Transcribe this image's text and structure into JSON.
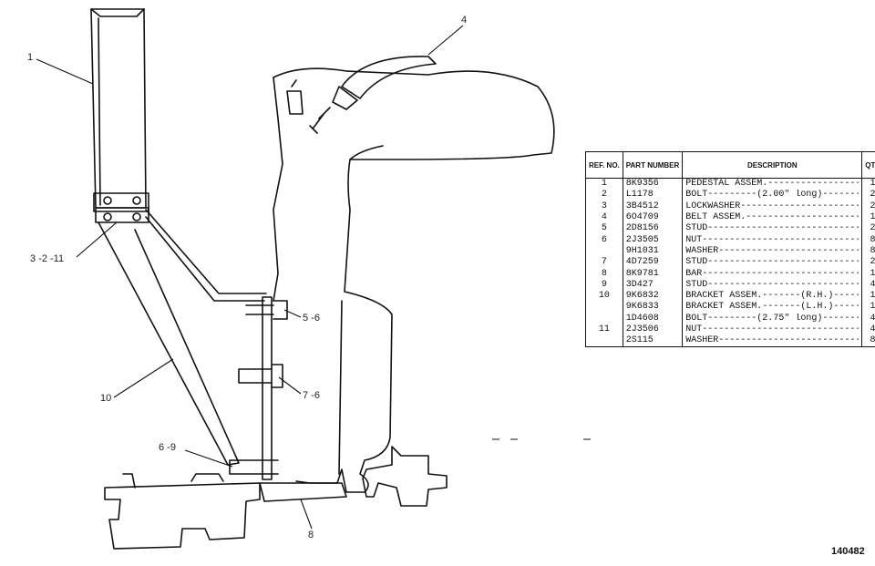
{
  "callouts": {
    "c1": "1",
    "c4": "4",
    "c3_2_11": "3 -2 -11",
    "c5_6": "5 -6",
    "c7_6": "7 -6",
    "c10": "10",
    "c6_9": "6 -9",
    "c8": "8"
  },
  "figure_number": "140482",
  "table": {
    "headers": {
      "ref": "REF. NO.",
      "part": "PART NUMBER",
      "description": "DESCRIPTION",
      "qty": "QTY"
    },
    "rows": [
      {
        "ref": "1",
        "part": "8K9356",
        "desc": "PEDESTAL ASSEM.------------------------",
        "qty": "1"
      },
      {
        "ref": "2",
        "part": "L1178",
        "desc": "BOLT---------(2.00\" long)-----------",
        "qty": "2"
      },
      {
        "ref": "3",
        "part": "3B4512",
        "desc": "LOCKWASHER------------------------",
        "qty": "2"
      },
      {
        "ref": "4",
        "part": "6O4709",
        "desc": "BELT ASSEM.---------------------------",
        "qty": "1"
      },
      {
        "ref": "5",
        "part": "2D8156",
        "desc": "STUD----------------------------------",
        "qty": "2"
      },
      {
        "ref": "6",
        "part": "2J3505",
        "desc": "NUT-----------------------------------",
        "qty": "8"
      },
      {
        "ref": "",
        "part": "9H1031",
        "desc": "WASHER------------------------------",
        "qty": "8"
      },
      {
        "ref": "7",
        "part": "4D7259",
        "desc": "STUD----------------------------------",
        "qty": "2"
      },
      {
        "ref": "8",
        "part": "8K9781",
        "desc": "BAR-----------------------------------",
        "qty": "1"
      },
      {
        "ref": "9",
        "part": "3D427",
        "desc": "STUD----------------------------------",
        "qty": "4"
      },
      {
        "ref": "10",
        "part": "9K6832",
        "desc": "BRACKET ASSEM.-------(R.H.)--------",
        "qty": "1"
      },
      {
        "ref": "",
        "part": "9K6833",
        "desc": "BRACKET ASSEM.-------(L.H.)--------",
        "qty": "1"
      },
      {
        "ref": "",
        "part": "1D4608",
        "desc": "BOLT---------(2.75\" long)-----------",
        "qty": "4"
      },
      {
        "ref": "11",
        "part": "2J3506",
        "desc": "NUT-----------------------------------",
        "qty": "4"
      },
      {
        "ref": "",
        "part": "2S115",
        "desc": "WASHER------------------------------",
        "qty": "8"
      }
    ]
  }
}
